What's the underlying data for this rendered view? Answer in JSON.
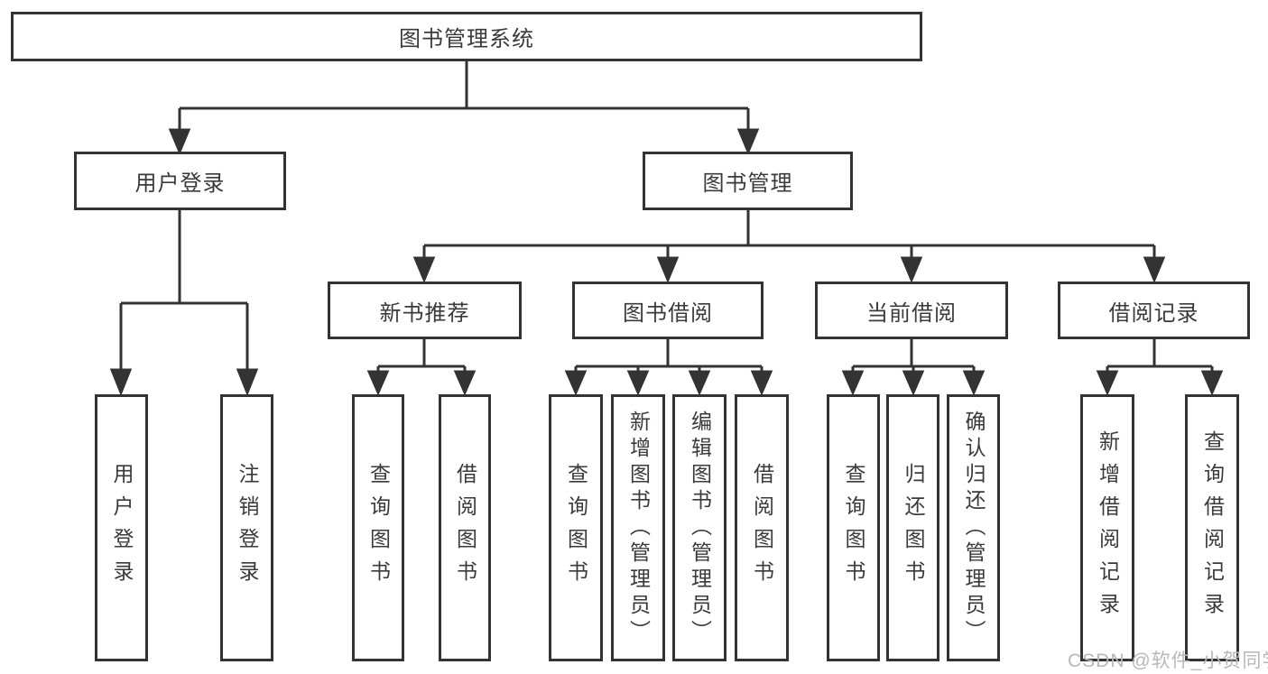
{
  "diagram": {
    "root": {
      "label": "图书管理系统"
    },
    "level2": [
      {
        "label": "用户登录"
      },
      {
        "label": "图书管理"
      }
    ],
    "level3": [
      {
        "label": "新书推荐"
      },
      {
        "label": "图书借阅"
      },
      {
        "label": "当前借阅"
      },
      {
        "label": "借阅记录"
      }
    ],
    "leaves": [
      {
        "label": "用户登录"
      },
      {
        "label": "注销登录"
      },
      {
        "label": "查询图书"
      },
      {
        "label": "借阅图书"
      },
      {
        "label": "查询图书"
      },
      {
        "label": "新增图书（管理员）"
      },
      {
        "label": "编辑图书（管理员）"
      },
      {
        "label": "借阅图书"
      },
      {
        "label": "查询图书"
      },
      {
        "label": "归还图书"
      },
      {
        "label": "确认归还（管理员）"
      },
      {
        "label": "新增借阅记录"
      },
      {
        "label": "查询借阅记录"
      }
    ],
    "watermark": "CSDN @软件_小贺同学",
    "colors": {
      "line": "#333333",
      "text": "#3a3a3a",
      "watermark": "#b8b8b8",
      "background": "#ffffff"
    }
  }
}
